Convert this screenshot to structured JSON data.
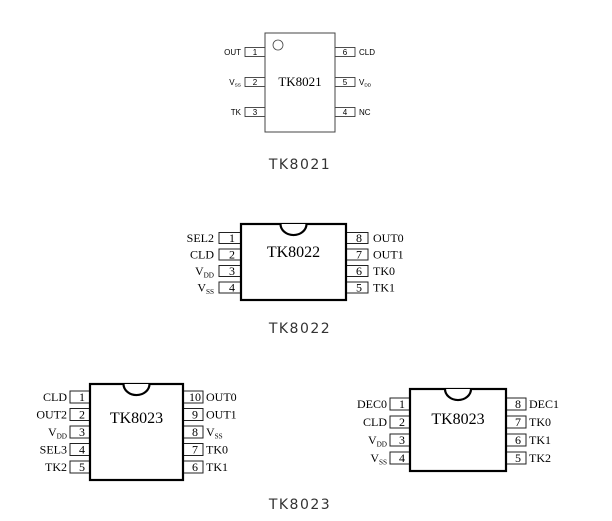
{
  "captions": {
    "tk8021": "TK8021",
    "tk8022": "TK8022",
    "tk8023": "TK8023"
  },
  "chips": [
    {
      "id": "tk8021",
      "name": "TK8021",
      "style": "sans-thin",
      "marker": "circle-dot",
      "left_pins": [
        {
          "num": "1",
          "label": "OUT",
          "sub": ""
        },
        {
          "num": "2",
          "label": "V",
          "sub": "SS"
        },
        {
          "num": "3",
          "label": "TK",
          "sub": ""
        }
      ],
      "right_pins": [
        {
          "num": "6",
          "label": "CLD",
          "sub": ""
        },
        {
          "num": "5",
          "label": "V",
          "sub": "DD"
        },
        {
          "num": "4",
          "label": "NC",
          "sub": ""
        }
      ]
    },
    {
      "id": "tk8022",
      "name": "TK8022",
      "style": "serif-bold",
      "marker": "notch",
      "left_pins": [
        {
          "num": "1",
          "label": "SEL2",
          "sub": ""
        },
        {
          "num": "2",
          "label": "CLD",
          "sub": ""
        },
        {
          "num": "3",
          "label": "V",
          "sub": "DD"
        },
        {
          "num": "4",
          "label": "V",
          "sub": "SS"
        }
      ],
      "right_pins": [
        {
          "num": "8",
          "label": "OUT0",
          "sub": ""
        },
        {
          "num": "7",
          "label": "OUT1",
          "sub": ""
        },
        {
          "num": "6",
          "label": "TK0",
          "sub": ""
        },
        {
          "num": "5",
          "label": "TK1",
          "sub": ""
        }
      ]
    },
    {
      "id": "tk8023-10pin",
      "name": "TK8023",
      "style": "serif-bold",
      "marker": "notch",
      "left_pins": [
        {
          "num": "1",
          "label": "CLD",
          "sub": ""
        },
        {
          "num": "2",
          "label": "OUT2",
          "sub": ""
        },
        {
          "num": "3",
          "label": "V",
          "sub": "DD"
        },
        {
          "num": "4",
          "label": "SEL3",
          "sub": ""
        },
        {
          "num": "5",
          "label": "TK2",
          "sub": ""
        }
      ],
      "right_pins": [
        {
          "num": "10",
          "label": "OUT0",
          "sub": ""
        },
        {
          "num": "9",
          "label": "OUT1",
          "sub": ""
        },
        {
          "num": "8",
          "label": "V",
          "sub": "SS"
        },
        {
          "num": "7",
          "label": "TK0",
          "sub": ""
        },
        {
          "num": "6",
          "label": "TK1",
          "sub": ""
        }
      ]
    },
    {
      "id": "tk8023-8pin",
      "name": "TK8023",
      "style": "serif-bold",
      "marker": "notch",
      "left_pins": [
        {
          "num": "1",
          "label": "DEC0",
          "sub": ""
        },
        {
          "num": "2",
          "label": "CLD",
          "sub": ""
        },
        {
          "num": "3",
          "label": "V",
          "sub": "DD"
        },
        {
          "num": "4",
          "label": "V",
          "sub": "SS"
        }
      ],
      "right_pins": [
        {
          "num": "8",
          "label": "DEC1",
          "sub": ""
        },
        {
          "num": "7",
          "label": "TK0",
          "sub": ""
        },
        {
          "num": "6",
          "label": "TK1",
          "sub": ""
        },
        {
          "num": "5",
          "label": "TK2",
          "sub": ""
        }
      ]
    }
  ]
}
